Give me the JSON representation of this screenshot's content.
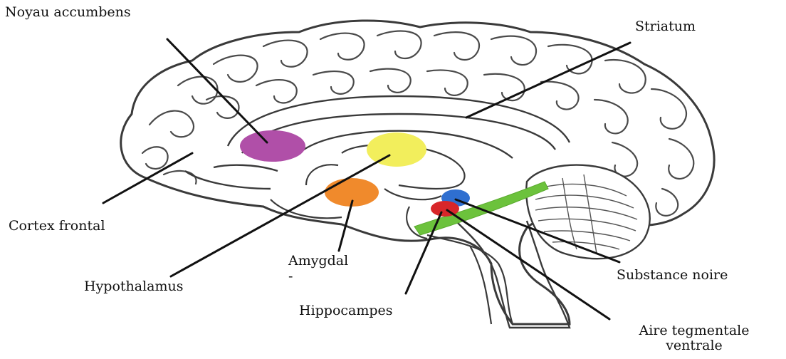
{
  "labels": {
    "noyau_accumbens": "Noyau accumbens",
    "striatum": "Striatum",
    "cortex_frontal": "Cortex frontal",
    "amygdal": "Amygdal",
    "amygdal_dash": "-",
    "hypothalamus": "Hypothalamus",
    "hippocampes": "Hippocampes",
    "substance_noire": "Substance noire",
    "aire_tegmentale_line1": "Aire tegmentale",
    "aire_tegmentale_line2": "ventrale"
  },
  "colors": {
    "noyau_accumbens": "#b04fa8",
    "hypothalamus_yellow": "#f2ee5c",
    "amygdala_orange": "#f08a2c",
    "substance_noire_blue": "#2f6fd0",
    "aire_tegmentale_red": "#d8262a",
    "pathway_green": "#6cc23c",
    "outline": "#3a3a3a",
    "leader_line": "#111111"
  }
}
